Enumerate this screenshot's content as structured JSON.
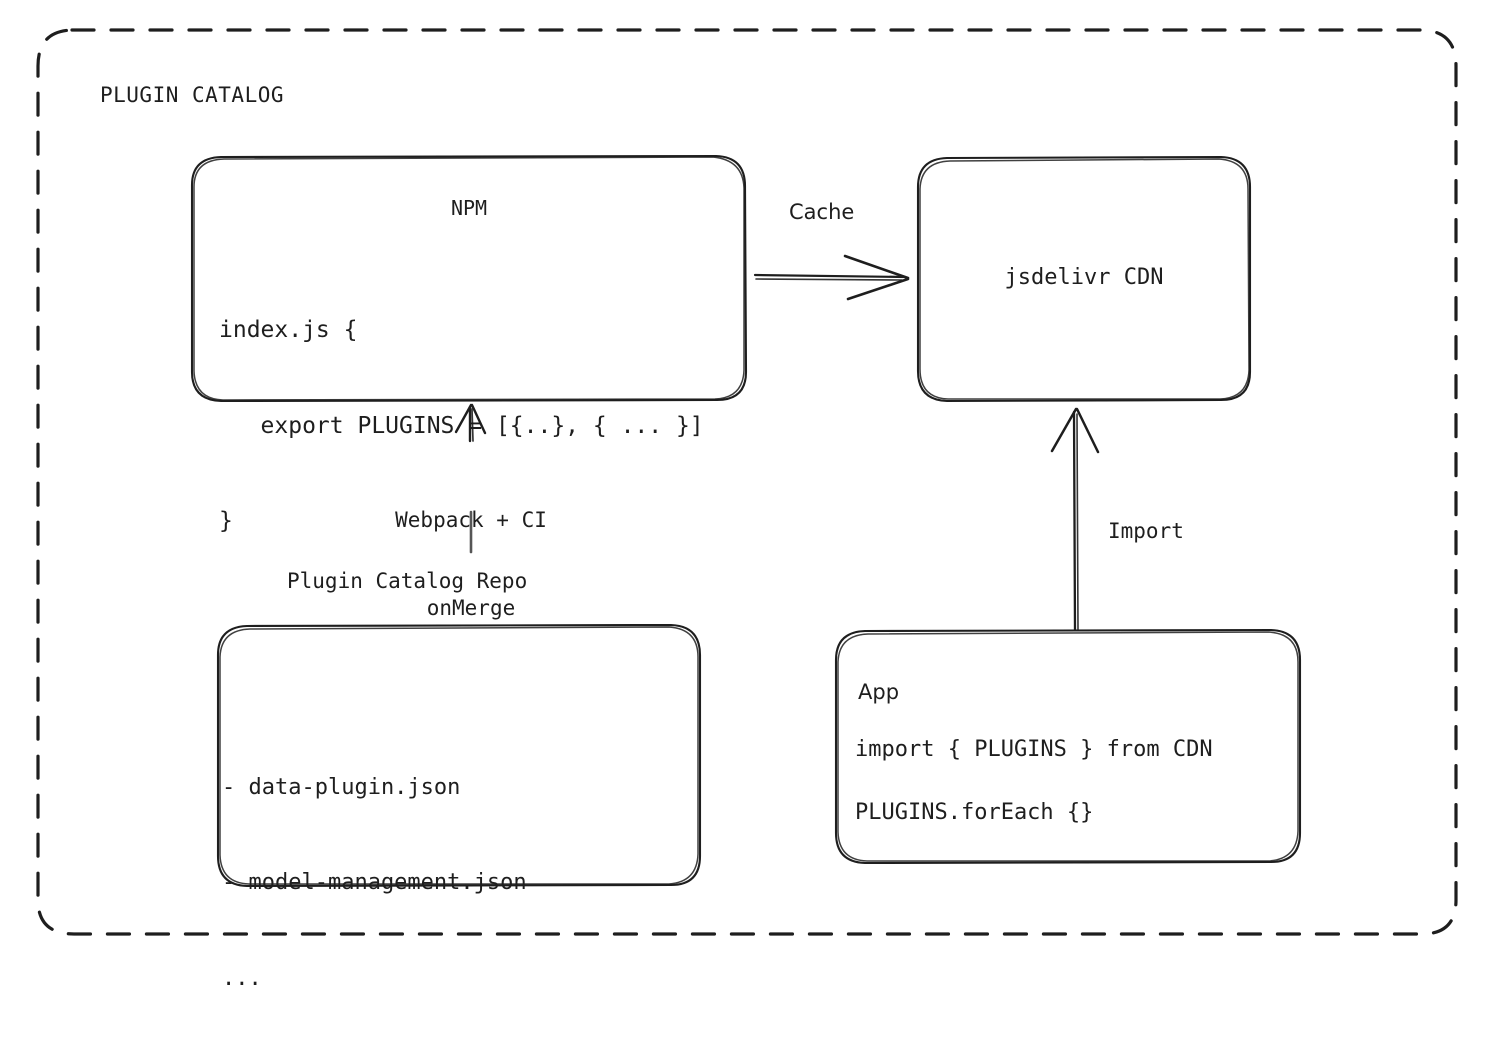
{
  "diagram": {
    "title": "PLUGIN CATALOG",
    "background": "#ffffff",
    "stroke_color": "#1e1e1e",
    "style": "hand-drawn"
  },
  "region": {
    "label": "PLUGIN CATALOG",
    "border_style": "dashed"
  },
  "nodes": {
    "npm": {
      "title": "NPM",
      "code_line_1": "index.js {",
      "code_line_2": "   export PLUGINS = [{..}, { ... }]",
      "code_line_3": "}"
    },
    "cdn": {
      "title": "jsdelivr CDN"
    },
    "repo": {
      "caption": "Plugin Catalog Repo",
      "item_1": "- data-plugin.json",
      "item_2": "- model-management.json",
      "item_3": "..."
    },
    "app": {
      "title": "App",
      "code_line_1": "import { PLUGINS } from CDN",
      "code_line_2": "PLUGINS.forEach {}"
    }
  },
  "edges": {
    "cache": {
      "label": "Cache",
      "from": "npm",
      "to": "cdn"
    },
    "build": {
      "label_line_1": "Webpack + CI",
      "label_line_2": "onMerge",
      "from": "repo",
      "to": "npm"
    },
    "import": {
      "label": "Import",
      "from": "app",
      "to": "cdn"
    }
  }
}
